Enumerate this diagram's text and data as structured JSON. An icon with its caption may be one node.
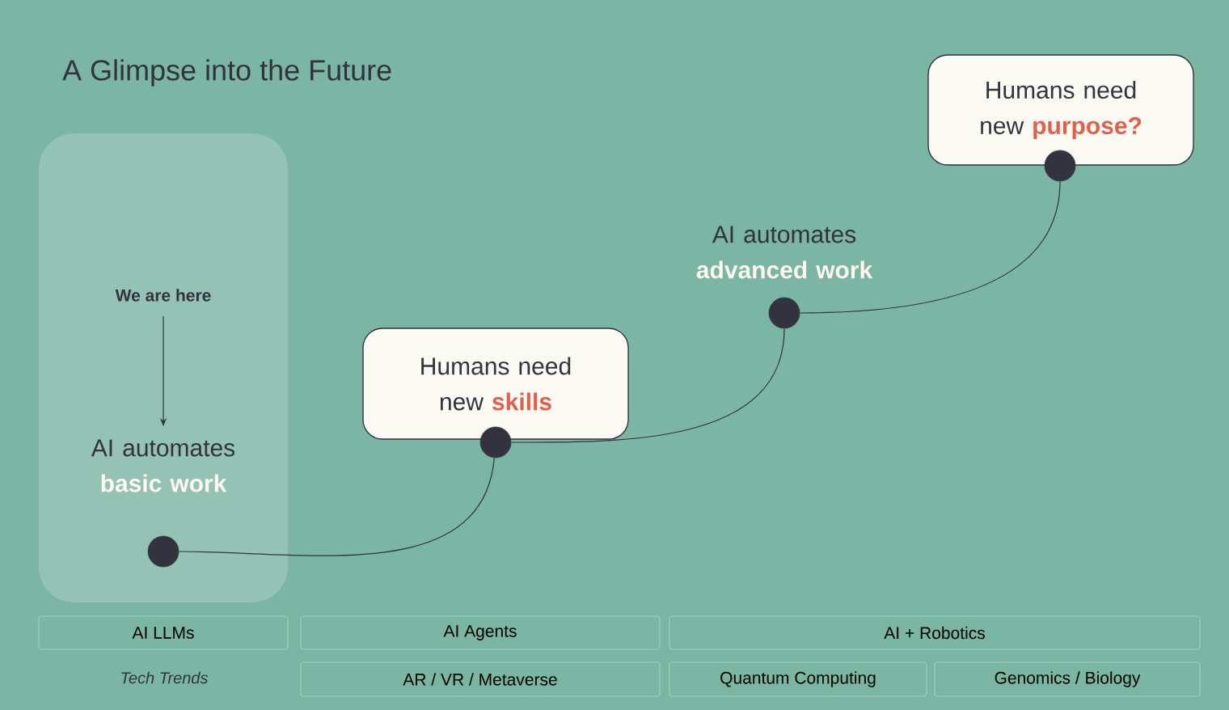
{
  "diagram": {
    "title": "A Glimpse into the Future",
    "nodes": [
      {
        "text": [],
        "shape": "box"
      },
      {
        "text": [
          "We are here"
        ],
        "in": 0
      },
      {
        "text": [
          "AI automates **basic work**"
        ],
        "in": 0
      },
      {
        "text": [],
        "shape": "circle",
        "in": 0
      },
      {
        "text": [
          "Humans need new **skills**"
        ]
      },
      {
        "text": [],
        "shape": "circle"
      },
      {
        "text": [
          "AI automates **advanced work**"
        ]
      },
      {
        "text": [],
        "shape": "circle"
      },
      {
        "text": [
          "Humans need new **purpose?**"
        ]
      },
      {
        "text": [],
        "shape": "circle"
      },
      {
        "text": [
          "AI LLMs"
        ]
      },
      {
        "text": [
          "AI Agents"
        ]
      },
      {
        "text": [
          "AI + Robotics"
        ]
      },
      {
        "text": [
          "AR / VR / Metaverse"
        ]
      },
      {
        "text": [
          "Quantum Computing"
        ]
      },
      {
        "text": [
          "Genomics / Biology"
        ]
      }
    ],
    "edges": [
      {
        "from": 1,
        "to": 2,
        "arrow": "to"
      },
      {
        "from": 3,
        "to": 5,
        "arrow": "none"
      },
      {
        "from": 5,
        "to": 7,
        "arrow": "none"
      },
      {
        "from": 7,
        "to": 9,
        "arrow": "none"
      }
    ],
    "labels": [
      "Tech Trends"
    ]
  }
}
